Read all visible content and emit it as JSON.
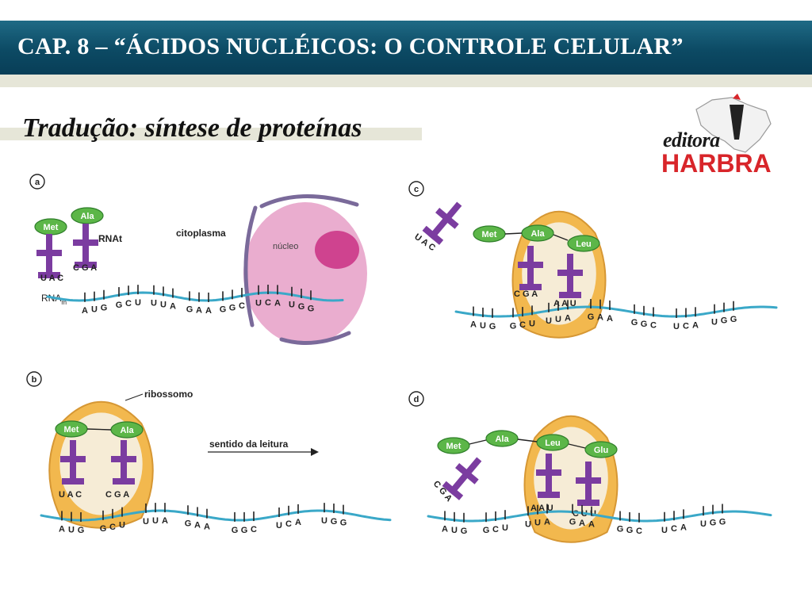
{
  "header": {
    "title": "CAP. 8 – “ÁCIDOS NUCLÉICOS: O CONTROLE CELULAR”",
    "subtitle": "Tradução: síntese de proteínas"
  },
  "logo": {
    "script": "editora",
    "word": "HARBRA"
  },
  "colors": {
    "header_bg": "#0c4a64",
    "mrna": "#3aa8c8",
    "trna": "#7b3ca0",
    "amino_acid": "#5cb648",
    "ribosome": "#f2b545",
    "nucleus": "#d86aa8",
    "logo_red": "#d8252a"
  },
  "panels": {
    "a": {
      "label": "a",
      "citoplasma": "citoplasma",
      "nucleo": "núcleo",
      "rnat": "RNAt",
      "rnam": "RNA",
      "rnam_sub": "m",
      "amino": [
        "Met",
        "Ala"
      ],
      "anticodons": [
        "U A C",
        "C G A"
      ],
      "codons": [
        "A U G",
        "G C U",
        "U U A",
        "G A A",
        "G G C",
        "U C A",
        "U G G"
      ]
    },
    "b": {
      "label": "b",
      "ribossomo": "ribossomo",
      "sentido": "sentido da leitura",
      "amino": [
        "Met",
        "Ala"
      ],
      "anticodons": [
        "U A C",
        "C G A"
      ],
      "codons": [
        "A U G",
        "G C U",
        "U U A",
        "G A A",
        "G G C",
        "U C A",
        "U G G"
      ]
    },
    "c": {
      "label": "c",
      "amino": [
        "Met",
        "Ala",
        "Leu"
      ],
      "free_anticodon": "U A C",
      "anticodons": [
        "C G A",
        "A A U"
      ],
      "codons": [
        "A U G",
        "G C U",
        "U U A",
        "G A A",
        "G G C",
        "U C A",
        "U G G"
      ]
    },
    "d": {
      "label": "d",
      "amino": [
        "Met",
        "Ala",
        "Leu",
        "Glu"
      ],
      "free_anticodon": "C G A",
      "anticodons": [
        "A A U",
        "C U U"
      ],
      "codons": [
        "A U G",
        "G C U",
        "U U A",
        "G A A",
        "G G C",
        "U C A",
        "U G G"
      ]
    }
  }
}
